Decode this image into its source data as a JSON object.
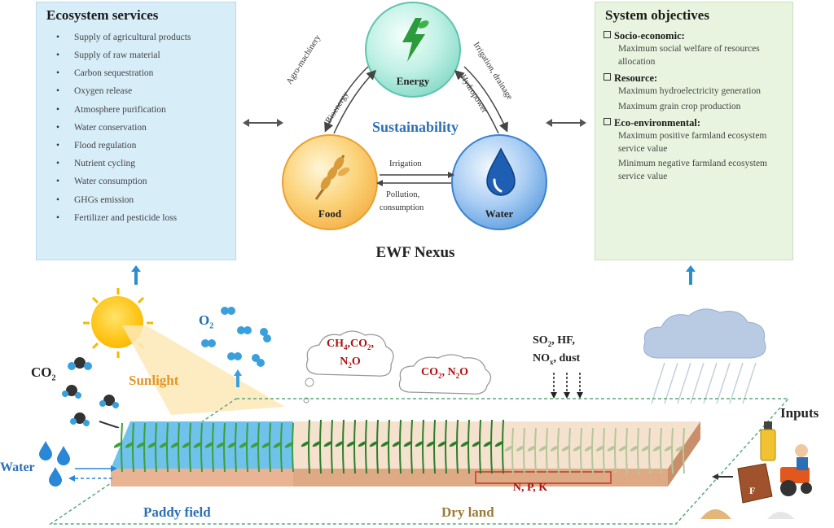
{
  "ecosystem_services": {
    "title": "Ecosystem services",
    "items": [
      "Supply of agricultural products",
      "Supply of raw material",
      "Carbon sequestration",
      "Oxygen release",
      "Atmosphere purification",
      "Water conservation",
      "Flood regulation",
      "Nutrient cycling",
      "Water consumption",
      "GHGs emission",
      "Fertilizer and pesticide loss"
    ]
  },
  "system_objectives": {
    "title": "System objectives",
    "groups": [
      {
        "heading": "Socio-economic:",
        "items": [
          "Maximum social welfare of resources allocation"
        ]
      },
      {
        "heading": "Resource:",
        "items": [
          "Maximum hydroelectricity generation",
          "Maximum grain crop production"
        ]
      },
      {
        "heading": "Eco-environmental:",
        "items": [
          "Maximum positive farmland ecosystem service value",
          "Minimum negative farmland ecosystem service value"
        ]
      }
    ]
  },
  "nexus": {
    "energy": "Energy",
    "food": "Food",
    "water": "Water",
    "center": "Sustainability",
    "caption": "EWF Nexus",
    "energy_to_food": "Agro-machinery",
    "food_to_energy": "Bioenergy",
    "energy_to_water": "Irrigation, drainage",
    "water_to_energy": "Hydropower",
    "food_water_top": "Irrigation",
    "food_water_bottom_1": "Pollution,",
    "food_water_bottom_2": "consumption"
  },
  "scene": {
    "sunlight": "Sunlight",
    "co2": "CO",
    "co2_sub": "2",
    "o2": "O",
    "o2_sub": "2",
    "water": "Water",
    "cloud1_line1": "CH",
    "cloud1_sub1": "4",
    "cloud1_mid": ",CO",
    "cloud1_sub2": "2",
    "cloud1_end": ",",
    "cloud1_line2": "N",
    "cloud1_sub3": "2",
    "cloud1_line2_end": "O",
    "cloud2_a": "CO",
    "cloud2_sub_a": "2",
    "cloud2_b": ", N",
    "cloud2_sub_b": "2",
    "cloud2_c": "O",
    "pollutants_1a": "SO",
    "pollutants_1sub": "2",
    "pollutants_1b": ", HF,",
    "pollutants_2a": "NO",
    "pollutants_2sub": "x",
    "pollutants_2b": ", dust",
    "npk": "N, P, K",
    "inputs": "Inputs",
    "fert_letter": "F",
    "paddy": "Paddy field",
    "dry": "Dry land"
  },
  "colors": {
    "energy": "#7fd6c6",
    "food": "#f2b64a",
    "water": "#3b8fd8",
    "accent_blue": "#2a8fd0",
    "pollutant_red": "#b01010"
  }
}
